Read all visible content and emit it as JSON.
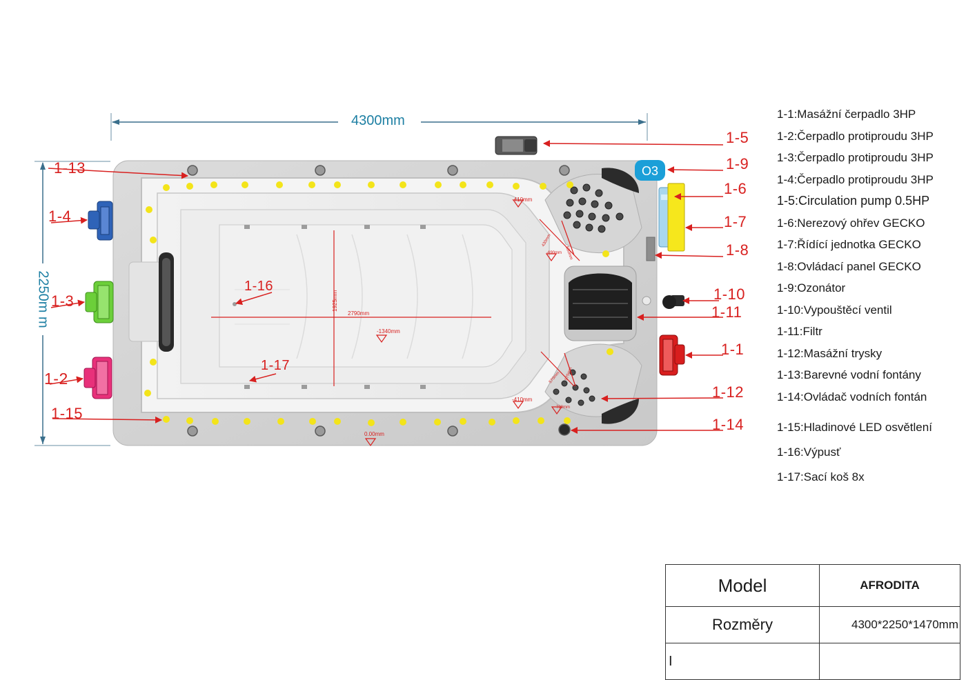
{
  "dimensions": {
    "width_label": "4300mm",
    "height_label": "2250m m"
  },
  "inner_dimensions": {
    "length": "2790mm",
    "width": "1925mm",
    "depth_main": "-1340mm",
    "depth_top": "-410mm",
    "depth_bottom": "-410mm",
    "depth_floor": "0.00mm",
    "seat_depth": "-690mm",
    "seat_depth_2": "-730mm",
    "seat_a": "430mm",
    "seat_b": "580mm",
    "seat_c": "570mm",
    "seat_d": "575mm"
  },
  "ozone_badge": "O3",
  "callouts": [
    {
      "code": "1-13"
    },
    {
      "code": "1-4"
    },
    {
      "code": "1-3"
    },
    {
      "code": "1-2"
    },
    {
      "code": "1-15"
    },
    {
      "code": "1-16"
    },
    {
      "code": "1-17"
    },
    {
      "code": "1-5"
    },
    {
      "code": "1-9"
    },
    {
      "code": "1-6"
    },
    {
      "code": "1-7"
    },
    {
      "code": "1-8"
    },
    {
      "code": "1-10"
    },
    {
      "code": "1-11"
    },
    {
      "code": "1-1"
    },
    {
      "code": "1-12"
    },
    {
      "code": "1-14"
    }
  ],
  "legend": [
    {
      "code": "1-1:",
      "label": "Masážní čerpadlo 3HP"
    },
    {
      "code": "1-2:",
      "label": "Čerpadlo protiproudu 3HP"
    },
    {
      "code": "1-3:",
      "label": "Čerpadlo protiproudu 3HP"
    },
    {
      "code": "1-4:",
      "label": "Čerpadlo protiproudu 3HP"
    },
    {
      "code": "1-5:",
      "label": "Circulation pump 0.5HP"
    },
    {
      "code": "1-6:",
      "label": "Nerezový ohřev GECKO"
    },
    {
      "code": "1-7:",
      "label": "Řídící jednotka GECKO"
    },
    {
      "code": "1-8:",
      "label": "Ovládací panel GECKO"
    },
    {
      "code": "1-9:",
      "label": "Ozonátor"
    },
    {
      "code": "1-10:",
      "label": "Vypouštěcí ventil"
    },
    {
      "code": "1-11:",
      "label": "Filtr"
    },
    {
      "code": "1-12:",
      "label": "Masážní trysky"
    },
    {
      "code": "1-13:",
      "label": "Barevné vodní fontány"
    },
    {
      "code": "1-14:",
      "label": "Ovládač vodních fontán"
    },
    {
      "code": "1-15:",
      "label": "Hladinové LED osvětlení"
    },
    {
      "code": "1-16:",
      "label": "Výpusť"
    },
    {
      "code": "1-17:",
      "label": "Sací koš 8x"
    }
  ],
  "spec_table": {
    "model_label": "Model",
    "model_value": "AFRODITA",
    "size_label": "Rozměry",
    "size_value": "4300*2250*1470mm",
    "extra_label": "I",
    "extra_value": ""
  },
  "colors": {
    "arrow": "#d8201f",
    "dimension": "#1d7fa3",
    "led": "#f3e41a",
    "pump_blue": "#2f63b8",
    "pump_green": "#6ccf3a",
    "pump_pink": "#e8317a",
    "pump_red": "#d81e1e",
    "ozone": "#1b9fd8"
  }
}
